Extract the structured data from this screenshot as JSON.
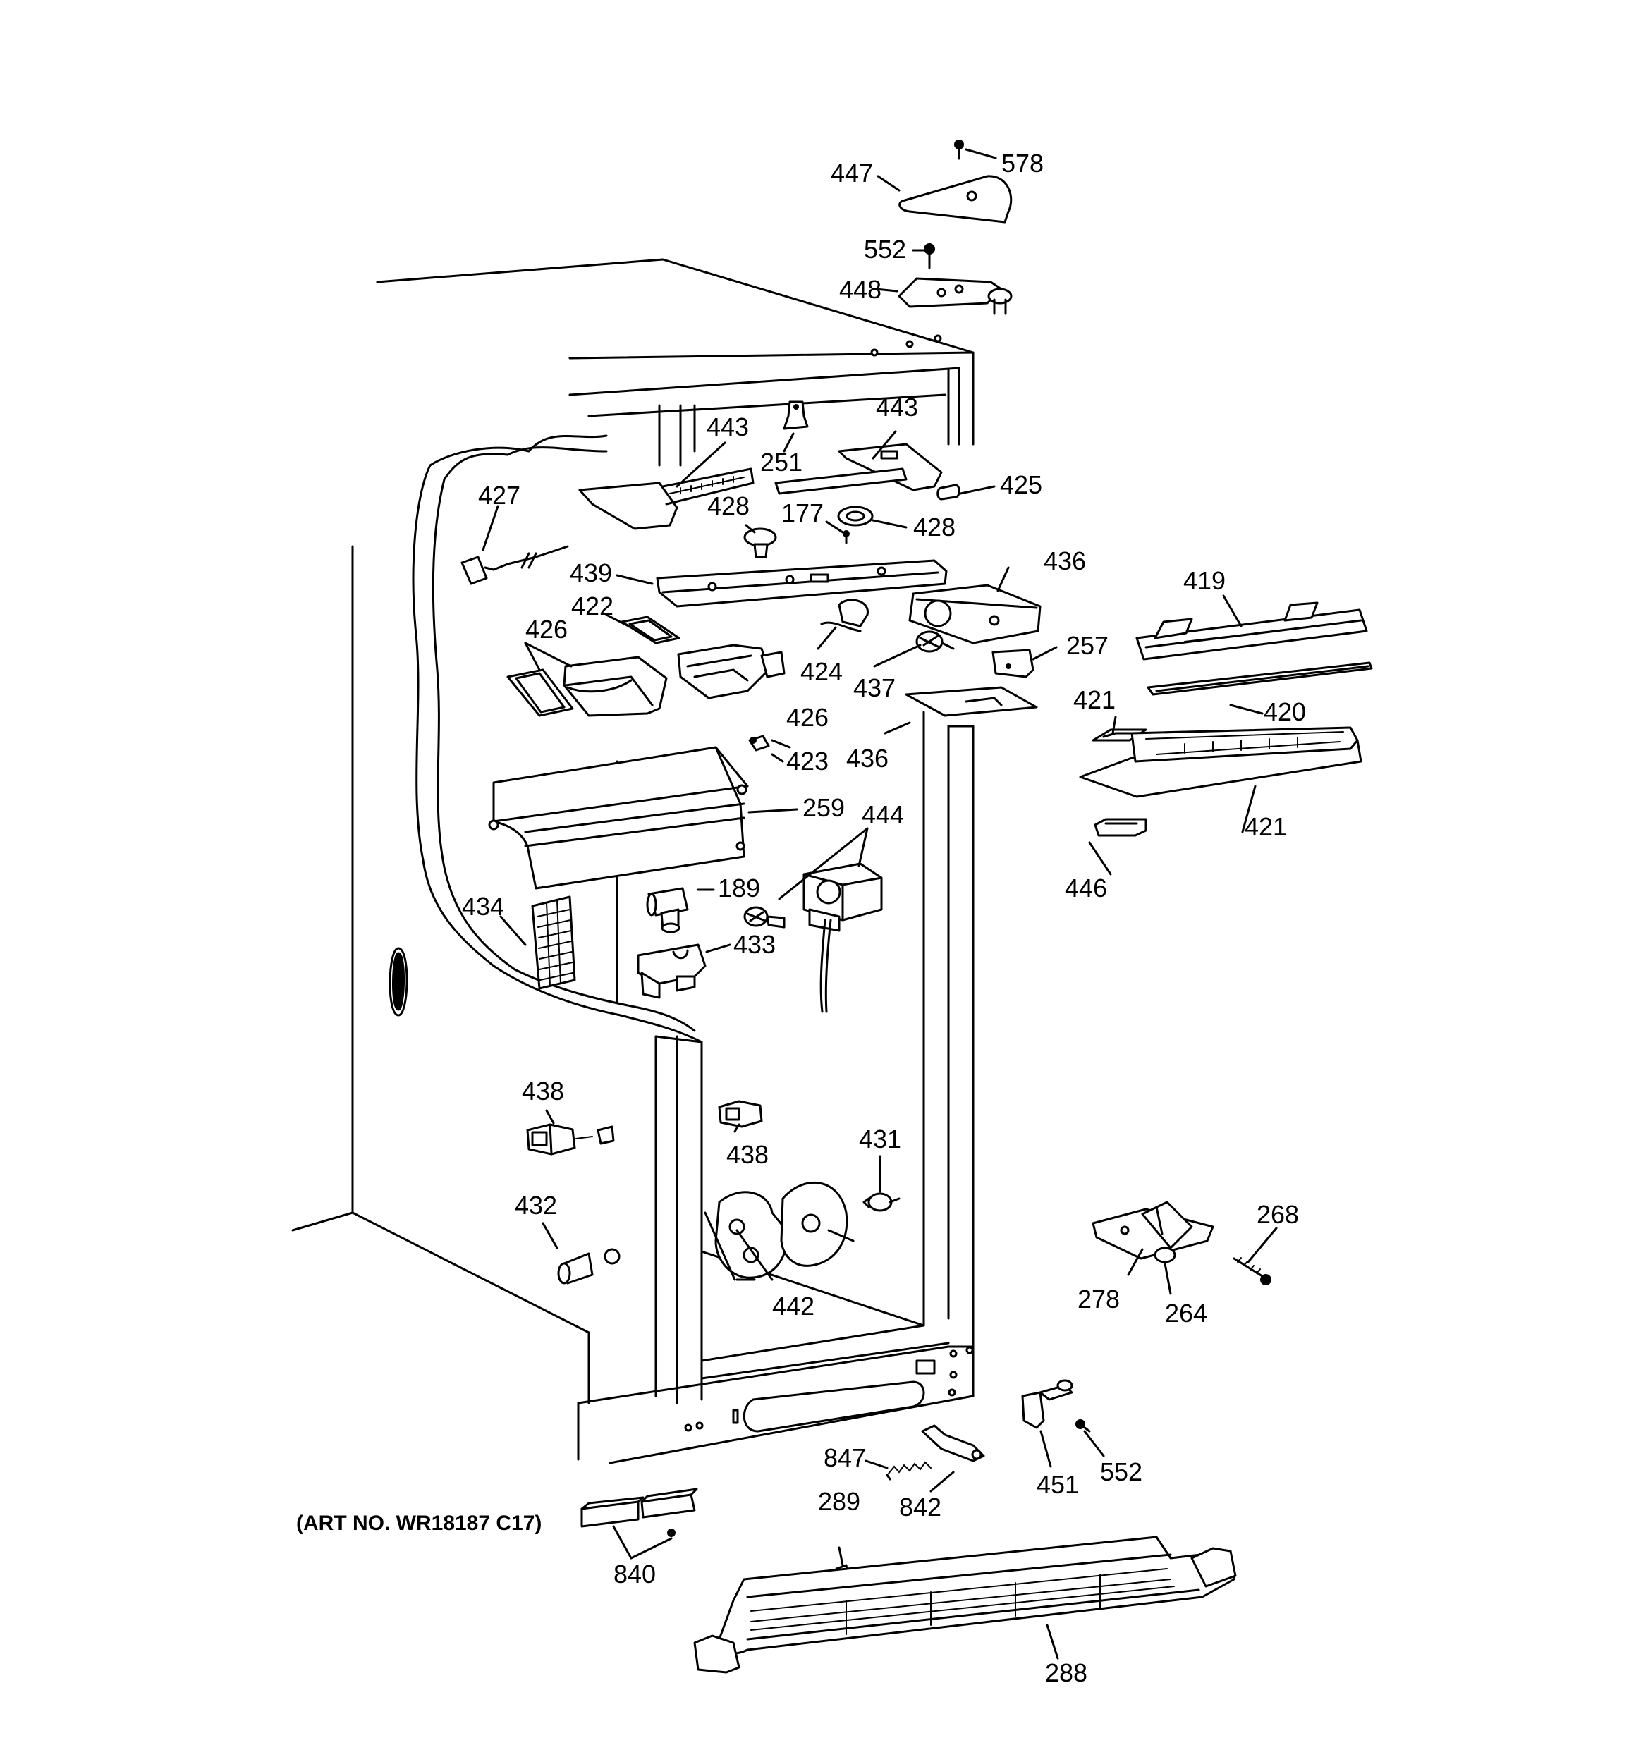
{
  "diagram": {
    "caption": "(ART NO. WR18187 C17)",
    "callouts": [
      {
        "id": "578",
        "text": "578"
      },
      {
        "id": "447",
        "text": "447"
      },
      {
        "id": "552",
        "text": "552"
      },
      {
        "id": "448",
        "text": "448"
      },
      {
        "id": "443",
        "text": "443"
      },
      {
        "id": "251",
        "text": "251"
      },
      {
        "id": "425",
        "text": "425"
      },
      {
        "id": "427",
        "text": "427"
      },
      {
        "id": "428",
        "text": "428"
      },
      {
        "id": "177",
        "text": "177"
      },
      {
        "id": "439",
        "text": "439"
      },
      {
        "id": "436",
        "text": "436"
      },
      {
        "id": "422",
        "text": "422"
      },
      {
        "id": "426",
        "text": "426"
      },
      {
        "id": "424",
        "text": "424"
      },
      {
        "id": "437",
        "text": "437"
      },
      {
        "id": "257",
        "text": "257"
      },
      {
        "id": "419",
        "text": "419"
      },
      {
        "id": "420",
        "text": "420"
      },
      {
        "id": "421",
        "text": "421"
      },
      {
        "id": "423",
        "text": "423"
      },
      {
        "id": "259",
        "text": "259"
      },
      {
        "id": "444",
        "text": "444"
      },
      {
        "id": "446",
        "text": "446"
      },
      {
        "id": "434",
        "text": "434"
      },
      {
        "id": "189",
        "text": "189"
      },
      {
        "id": "433",
        "text": "433"
      },
      {
        "id": "438",
        "text": "438"
      },
      {
        "id": "431",
        "text": "431"
      },
      {
        "id": "432",
        "text": "432"
      },
      {
        "id": "442",
        "text": "442"
      },
      {
        "id": "268",
        "text": "268"
      },
      {
        "id": "278",
        "text": "278"
      },
      {
        "id": "264",
        "text": "264"
      },
      {
        "id": "847",
        "text": "847"
      },
      {
        "id": "842",
        "text": "842"
      },
      {
        "id": "451",
        "text": "451"
      },
      {
        "id": "289",
        "text": "289"
      },
      {
        "id": "840",
        "text": "840"
      },
      {
        "id": "288",
        "text": "288"
      }
    ]
  }
}
